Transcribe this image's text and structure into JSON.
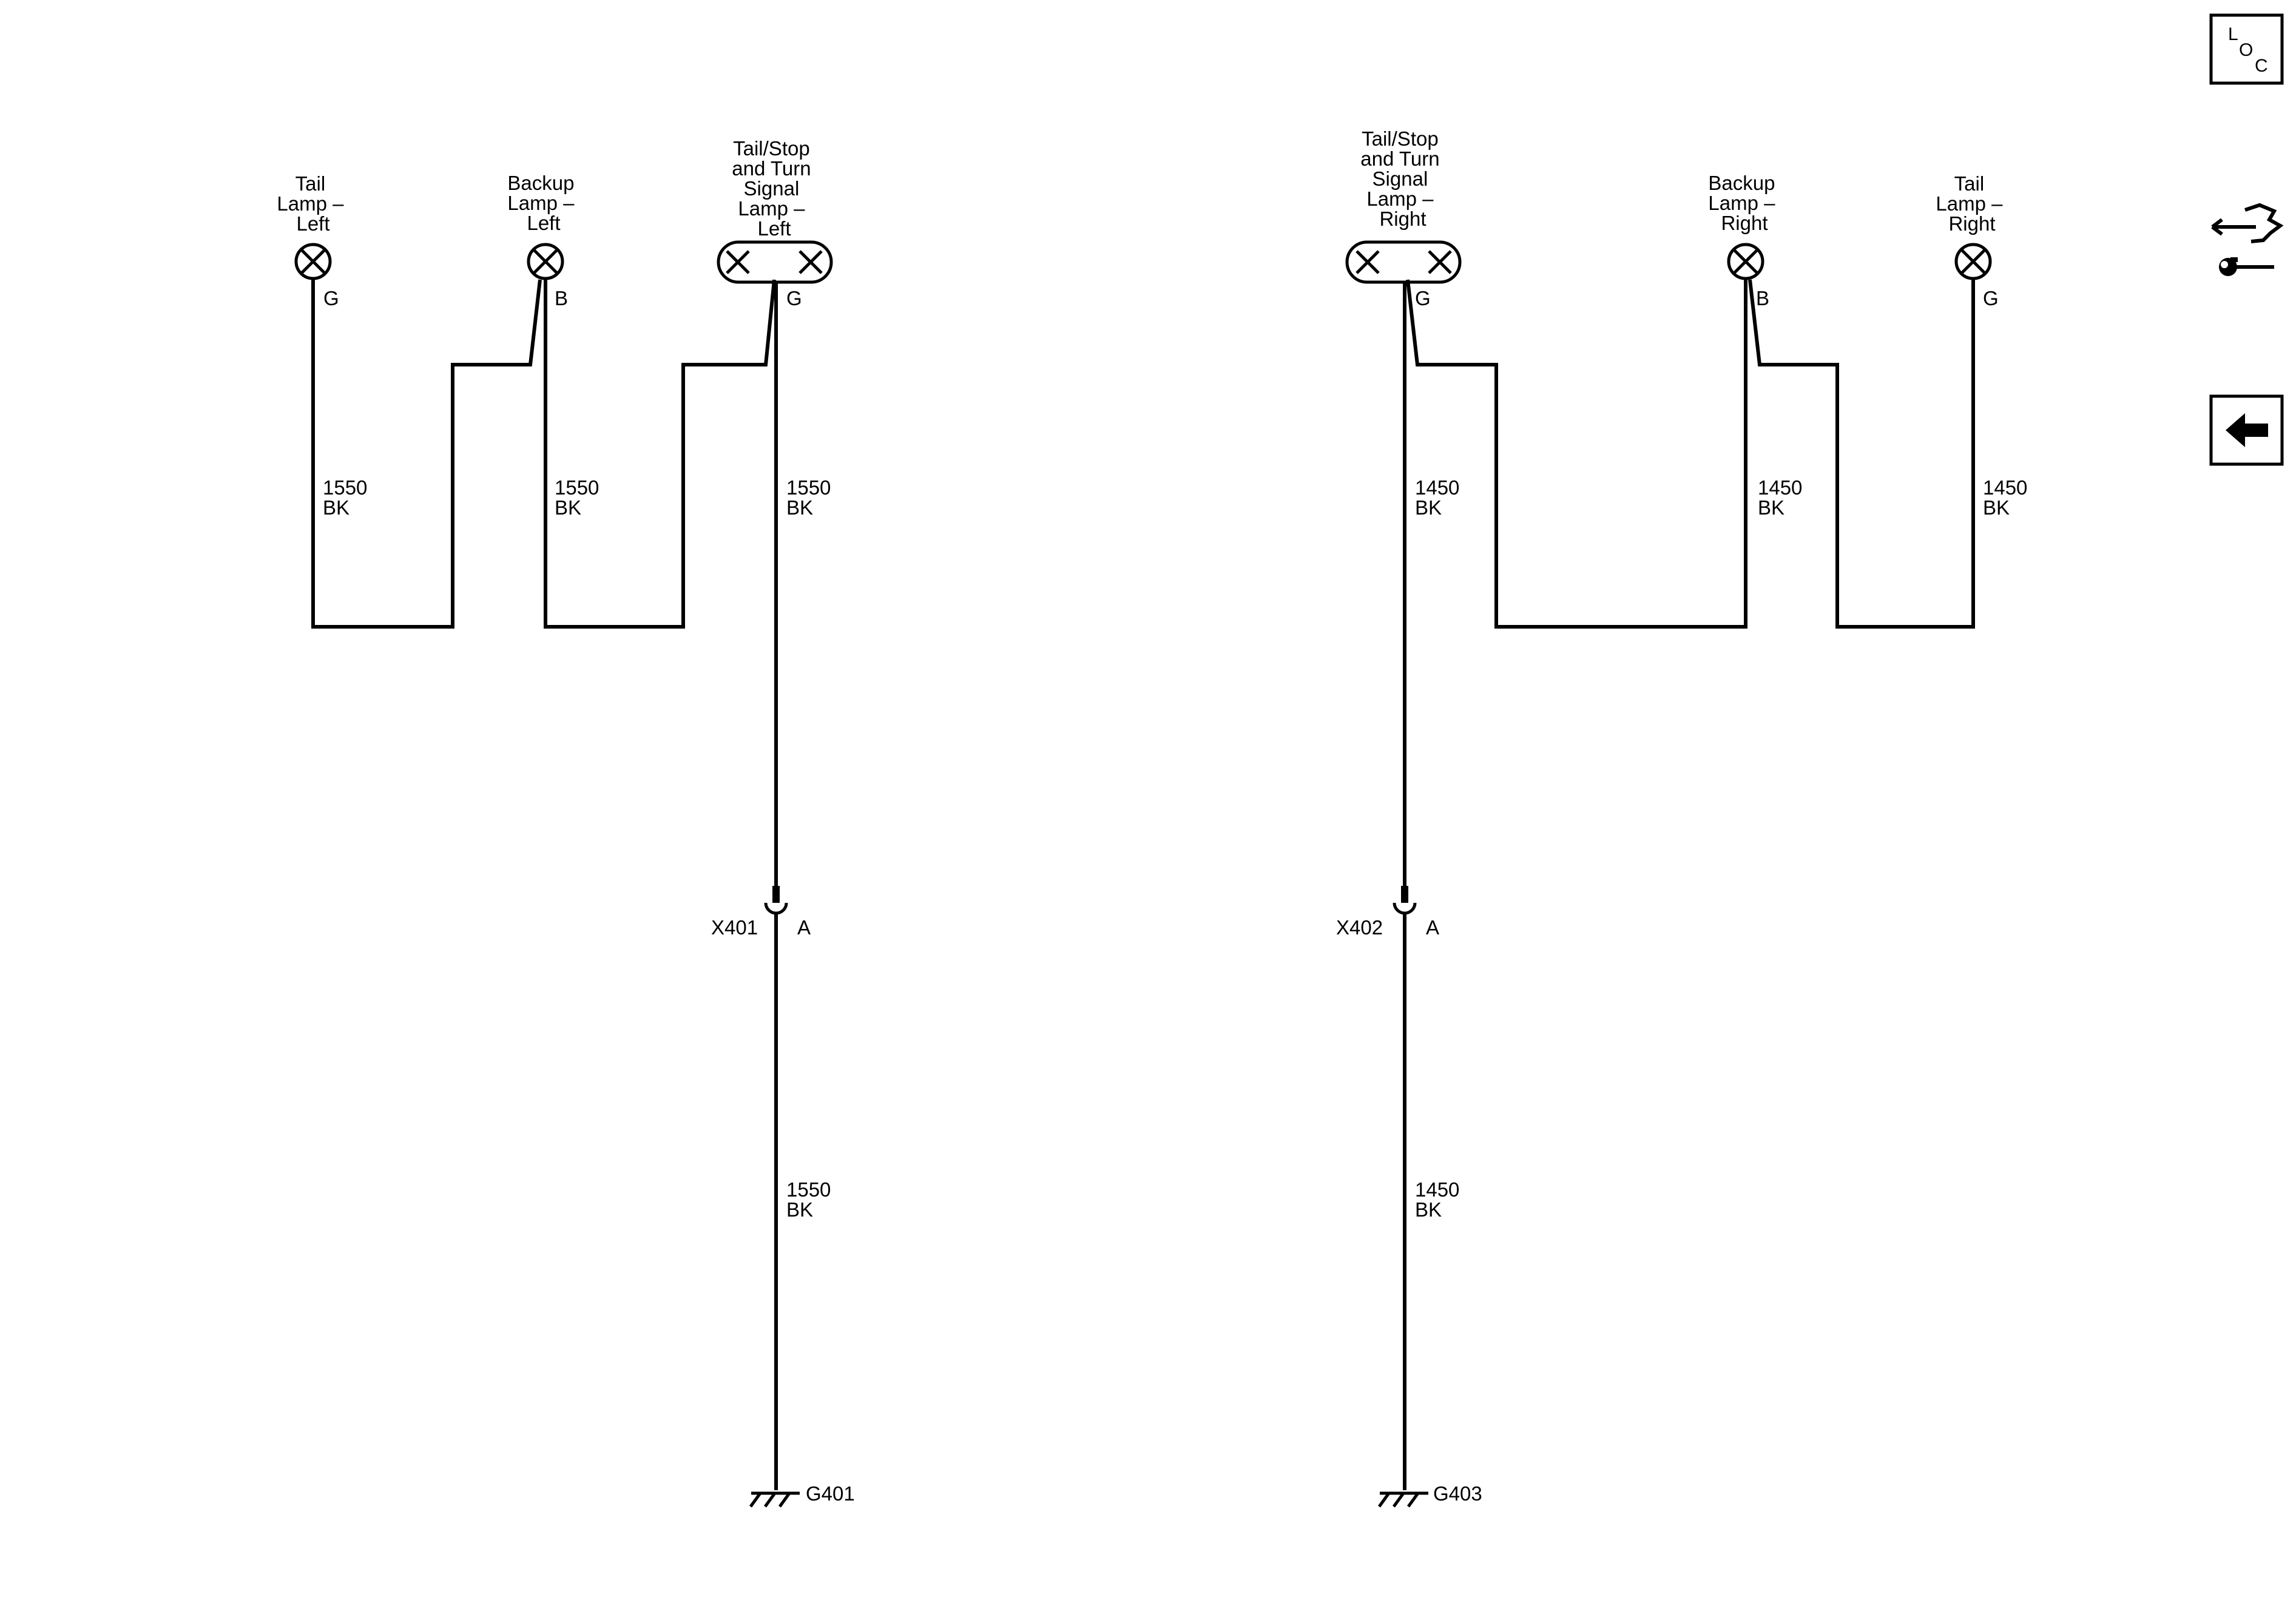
{
  "left": {
    "tail_lamp": {
      "name": [
        "Tail",
        "Lamp –",
        "Left"
      ],
      "pin": "G"
    },
    "backup_lamp": {
      "name": [
        "Backup",
        "Lamp –",
        "Left"
      ],
      "pin": "B"
    },
    "signal_lamp": {
      "name": [
        "Tail/Stop",
        "and Turn",
        "Signal",
        "Lamp –",
        "Left"
      ],
      "pin": "G"
    },
    "wire_tail": {
      "circuit": "1550",
      "color": "BK"
    },
    "wire_backup": {
      "circuit": "1550",
      "color": "BK"
    },
    "wire_signal": {
      "circuit": "1550",
      "color": "BK"
    },
    "wire_ground": {
      "circuit": "1550",
      "color": "BK"
    },
    "connector": {
      "id": "X401",
      "pin": "A"
    },
    "ground": "G401"
  },
  "right": {
    "signal_lamp": {
      "name": [
        "Tail/Stop",
        "and Turn",
        "Signal",
        "Lamp –",
        "Right"
      ],
      "pin": "G"
    },
    "backup_lamp": {
      "name": [
        "Backup",
        "Lamp –",
        "Right"
      ],
      "pin": "B"
    },
    "tail_lamp": {
      "name": [
        "Tail",
        "Lamp –",
        "Right"
      ],
      "pin": "G"
    },
    "wire_signal": {
      "circuit": "1450",
      "color": "BK"
    },
    "wire_backup": {
      "circuit": "1450",
      "color": "BK"
    },
    "wire_tail": {
      "circuit": "1450",
      "color": "BK"
    },
    "wire_ground": {
      "circuit": "1450",
      "color": "BK"
    },
    "connector": {
      "id": "X402",
      "pin": "A"
    },
    "ground": "G403"
  },
  "sidebar": {
    "loc_button": {
      "letters": [
        "L",
        "O",
        "C"
      ],
      "icon": "location-icon"
    },
    "connector_button": {
      "icon": "connector-wrench-icon"
    },
    "back_button": {
      "icon": "back-arrow-icon"
    }
  }
}
